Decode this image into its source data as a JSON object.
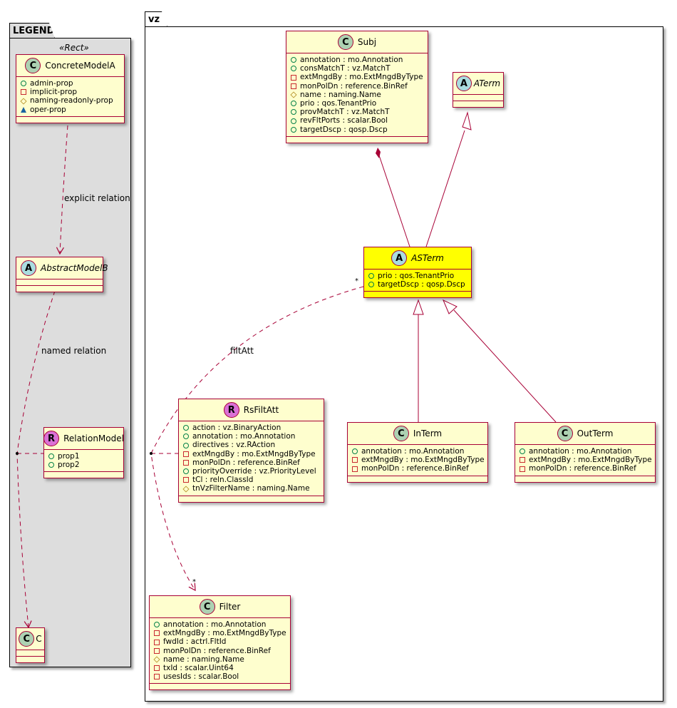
{
  "legend": {
    "title": "LEGEND",
    "stereotype": "«Rect»",
    "concrete": {
      "badge": "C",
      "name": "ConcreteModelA",
      "attrs": [
        {
          "vis": "pub",
          "text": "admin-prop"
        },
        {
          "vis": "priv",
          "text": "implicit-prop"
        },
        {
          "vis": "prot",
          "text": "naming-readonly-prop"
        },
        {
          "vis": "pkgv",
          "text": "oper-prop"
        }
      ]
    },
    "abstract": {
      "badge": "A",
      "name": "AbstractModelB"
    },
    "relation_model": {
      "badge": "R",
      "name": "RelationModel",
      "attrs": [
        {
          "vis": "pub",
          "text": "prop1"
        },
        {
          "vis": "pub",
          "text": "prop2"
        }
      ]
    },
    "c": {
      "badge": "C",
      "name": "C"
    },
    "explicit_label": "explicit relation",
    "named_label": "named relation"
  },
  "vz": {
    "title": "vz",
    "subj": {
      "badge": "C",
      "name": "Subj",
      "attrs": [
        {
          "vis": "pub",
          "text": "annotation : mo.Annotation"
        },
        {
          "vis": "pub",
          "text": "consMatchT : vz.MatchT"
        },
        {
          "vis": "priv",
          "text": "extMngdBy : mo.ExtMngdByType"
        },
        {
          "vis": "priv",
          "text": "monPolDn : reference.BinRef"
        },
        {
          "vis": "prot",
          "text": "name : naming.Name"
        },
        {
          "vis": "pub",
          "text": "prio : qos.TenantPrio"
        },
        {
          "vis": "pub",
          "text": "provMatchT : vz.MatchT"
        },
        {
          "vis": "pub",
          "text": "revFltPorts : scalar.Bool"
        },
        {
          "vis": "pub",
          "text": "targetDscp : qosp.Dscp"
        }
      ]
    },
    "aterm": {
      "badge": "A",
      "name": "ATerm"
    },
    "asterm": {
      "badge": "A",
      "name": "ASTerm",
      "attrs": [
        {
          "vis": "pub",
          "text": "prio : qos.TenantPrio"
        },
        {
          "vis": "pub",
          "text": "targetDscp : qosp.Dscp"
        }
      ]
    },
    "rsfiltatt": {
      "badge": "R",
      "name": "RsFiltAtt",
      "attrs": [
        {
          "vis": "pub",
          "text": "action : vz.BinaryAction"
        },
        {
          "vis": "pub",
          "text": "annotation : mo.Annotation"
        },
        {
          "vis": "pub",
          "text": "directives : vz.RAction"
        },
        {
          "vis": "priv",
          "text": "extMngdBy : mo.ExtMngdByType"
        },
        {
          "vis": "priv",
          "text": "monPolDn : reference.BinRef"
        },
        {
          "vis": "pub",
          "text": "priorityOverride : vz.PriorityLevel"
        },
        {
          "vis": "priv",
          "text": "tCl : reln.ClassId"
        },
        {
          "vis": "prot",
          "text": "tnVzFilterName : naming.Name"
        }
      ]
    },
    "interm": {
      "badge": "C",
      "name": "InTerm",
      "attrs": [
        {
          "vis": "pub",
          "text": "annotation : mo.Annotation"
        },
        {
          "vis": "priv",
          "text": "extMngdBy : mo.ExtMngdByType"
        },
        {
          "vis": "priv",
          "text": "monPolDn : reference.BinRef"
        }
      ]
    },
    "outterm": {
      "badge": "C",
      "name": "OutTerm",
      "attrs": [
        {
          "vis": "pub",
          "text": "annotation : mo.Annotation"
        },
        {
          "vis": "priv",
          "text": "extMngdBy : mo.ExtMngdByType"
        },
        {
          "vis": "priv",
          "text": "monPolDn : reference.BinRef"
        }
      ]
    },
    "filter": {
      "badge": "C",
      "name": "Filter",
      "attrs": [
        {
          "vis": "pub",
          "text": "annotation : mo.Annotation"
        },
        {
          "vis": "priv",
          "text": "extMngdBy : mo.ExtMngdByType"
        },
        {
          "vis": "priv",
          "text": "fwdId : actrl.FltId"
        },
        {
          "vis": "priv",
          "text": "monPolDn : reference.BinRef"
        },
        {
          "vis": "prot",
          "text": "name : naming.Name"
        },
        {
          "vis": "priv",
          "text": "txId : scalar.Uint64"
        },
        {
          "vis": "priv",
          "text": "usesIds : scalar.Bool"
        }
      ]
    },
    "filtatt_label": "filtAtt",
    "mult_source": "*",
    "mult_target": "*"
  },
  "colors": {
    "relation_line": "#a80036",
    "class_fill": "#fefece",
    "highlight_fill": "#ffff00",
    "legend_bg": "#dddddd"
  }
}
